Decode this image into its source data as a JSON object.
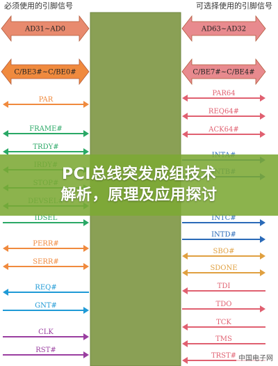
{
  "captions": {
    "left": "必须使用的引脚信号",
    "right": "可选择使用的引脚信号"
  },
  "block_color": "#8aa055",
  "left_signals": [
    {
      "label": "AD31~AD0",
      "color": "#e88a6e",
      "style": "block"
    },
    {
      "label": "C/BE3#~C/BE0#",
      "color": "#f08a3e",
      "style": "block"
    },
    {
      "label": "PAR",
      "color": "#f08a3e",
      "style": "bi"
    },
    {
      "label": "FRAME#",
      "color": "#2aa866",
      "style": "bi"
    },
    {
      "label": "TRDY#",
      "color": "#2aa866",
      "style": "bi"
    },
    {
      "label": "IRDY#",
      "color": "#2aa866",
      "style": "bi"
    },
    {
      "label": "STOP#",
      "color": "#2aa866",
      "style": "bi"
    },
    {
      "label": "DEVSEL#",
      "color": "#2aa866",
      "style": "bi"
    },
    {
      "label": "IDSEL",
      "color": "#2aa866",
      "style": "in"
    },
    {
      "label": "PERR#",
      "color": "#f08a3e",
      "style": "bi"
    },
    {
      "label": "SERR#",
      "color": "#f08a3e",
      "style": "bi"
    },
    {
      "label": "REQ#",
      "color": "#1f9ad6",
      "style": "out"
    },
    {
      "label": "GNT#",
      "color": "#1f9ad6",
      "style": "in"
    },
    {
      "label": "CLK",
      "color": "#9a3ea0",
      "style": "in"
    },
    {
      "label": "RST#",
      "color": "#9a3ea0",
      "style": "in"
    }
  ],
  "right_signals": [
    {
      "label": "AD63~AD32",
      "color": "#e88a8e",
      "style": "block"
    },
    {
      "label": "C/BE7#~C/BE4#",
      "color": "#e88a8e",
      "style": "block"
    },
    {
      "label": "PAR64",
      "color": "#e06070",
      "style": "bi"
    },
    {
      "label": "REQ64#",
      "color": "#e06070",
      "style": "bi"
    },
    {
      "label": "ACK64#",
      "color": "#e06070",
      "style": "bi"
    },
    {
      "label": "INTA#",
      "color": "#2a6ab8",
      "style": "out"
    },
    {
      "label": "INTB#",
      "color": "#2a6ab8",
      "style": "out"
    },
    {
      "label": "INTC#",
      "color": "#2a6ab8",
      "style": "out"
    },
    {
      "label": "INTD#",
      "color": "#2a6ab8",
      "style": "out"
    },
    {
      "label": "SBO#",
      "color": "#e0a040",
      "style": "bi"
    },
    {
      "label": "SDONE",
      "color": "#e0a040",
      "style": "bi"
    },
    {
      "label": "TDI",
      "color": "#e06070",
      "style": "in"
    },
    {
      "label": "TDO",
      "color": "#e06070",
      "style": "out"
    },
    {
      "label": "TCK",
      "color": "#e06070",
      "style": "in"
    },
    {
      "label": "TMS",
      "color": "#e06070",
      "style": "in"
    },
    {
      "label": "TRST#",
      "color": "#e06070",
      "style": "in"
    }
  ],
  "banner": {
    "line1": "PCI总线突发成组技术",
    "line2": "解析，原理及应用探讨"
  },
  "watermark": "中国电子网"
}
